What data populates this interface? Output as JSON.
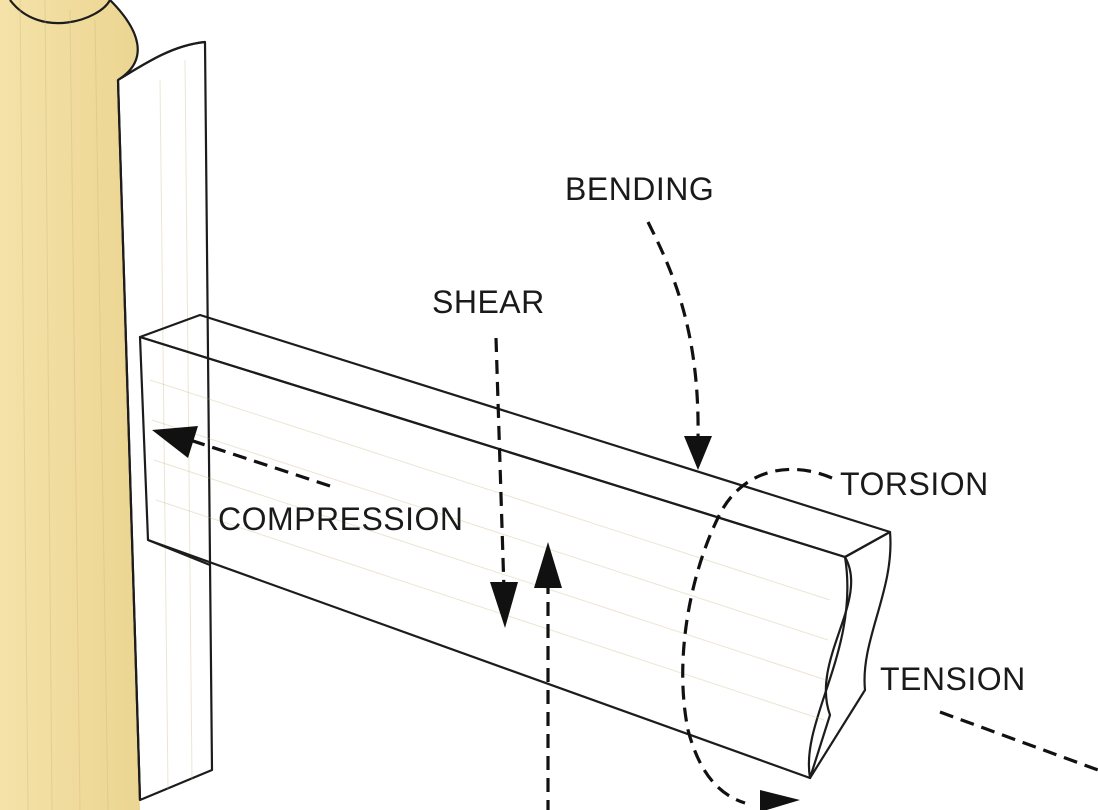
{
  "labels": {
    "bending": "BENDING",
    "shear": "SHEAR",
    "torsion": "TORSION",
    "compression": "COMPRESSION",
    "tension": "TENSION"
  },
  "colors": {
    "wood_light": "#f2dfa0",
    "wood_mid": "#ead38a",
    "wood_side": "#dcc077",
    "wood_dark": "#cfb06a",
    "ink": "#111111",
    "background": "#ffffff"
  }
}
